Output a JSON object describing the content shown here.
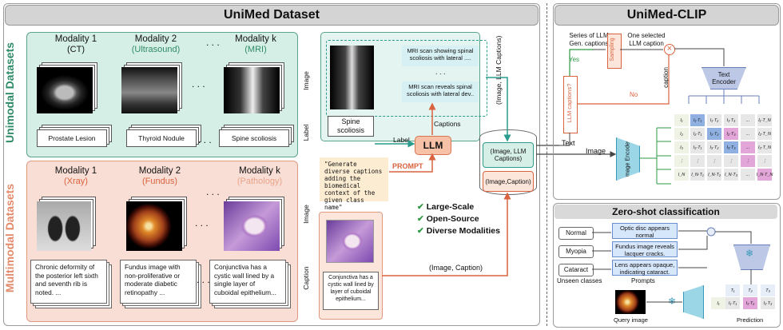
{
  "left": {
    "title": "UniMed Dataset",
    "unimodal_label": "Unimodal Datasets",
    "multimodal_label": "Multimodal Datasets",
    "row_image": "Image",
    "row_label": "Label",
    "row_caption": "Caption",
    "dots": ". . .",
    "unimodal": [
      {
        "title": "Modality 1",
        "sub": "(CT)",
        "label": "Prostate Lesion"
      },
      {
        "title": "Modality 2",
        "sub": "(Ultrasound)",
        "label": "Thyroid Nodule"
      },
      {
        "title": "Modality k",
        "sub": "(MRI)",
        "label": "Spine scoliosis"
      }
    ],
    "multimodal": [
      {
        "title": "Modality 1",
        "sub": "(Xray)",
        "caption": "Chronic deformity of the posterior left sixth and seventh rib is noted. ..."
      },
      {
        "title": "Modality 2",
        "sub": "(Fundus)",
        "caption": "Fundus image with non-proliferative or moderate diabetic retinopathy ..."
      },
      {
        "title": "Modality k",
        "sub": "(Pathology)",
        "caption": "Conjunctiva has a cystic wall lined by a single layer of cuboidal epithelium..."
      }
    ],
    "pipeline": {
      "llm_caption_1": "MRI scan showing spinal scoliosis with lateral ....",
      "llm_caption_2": "MRI scan reveals spinal scoliosis with lateral dev..",
      "ellipsis": ". . .",
      "spine_label": "Spine scoliosis",
      "captions": "Captions",
      "label": "Label",
      "llm": "LLM",
      "prompt_text": "\"Generate diverse captions adding the biomedical context of the given class name\"",
      "prompt": "PROMPT",
      "image_llm_captions_vertical": "(Image, LLM Captions)",
      "db_top": "(Image, LLM Captions)",
      "db_bottom": "(Image,Caption)",
      "features": [
        "Large-Scale",
        "Open-Source",
        "Diverse Modalities"
      ],
      "pathology_caption": "Conjunctiva has a cystic wall lined by layer of cuboidal epithelium...",
      "image_caption_arrow": "(Image, Caption)"
    }
  },
  "right": {
    "title": "UniMed-CLIP",
    "series_label": "Series of LLM Gen. captions",
    "sampling": "Sampling",
    "one_selected": "One selected LLM caption",
    "llm_captions_q": "LLM captions?",
    "yes": "Yes",
    "no": "No",
    "caption": "caption",
    "text_encoder": "Text Encoder",
    "image_encoder": "Image Encoder",
    "text_arrow": "Text",
    "image_arrow": "Image",
    "matrix_cols": [
      "T₁",
      "T₂",
      "T₃",
      "...",
      "T_N"
    ],
    "matrix_rows": [
      "I₁",
      "I₂",
      "I₃",
      "⋮",
      "I_N"
    ],
    "zero_shot": {
      "title": "Zero-shot classification",
      "classes": [
        "Normal",
        "Myopia",
        "Cataract"
      ],
      "prompts": [
        "Optic disc appears normal",
        "Fundus image reveals lacquer cracks.",
        "Lens appears opaque, indicating cataract."
      ],
      "unseen": "Unseen classes",
      "prompts_label": "Prompts",
      "query": "Query image",
      "prediction": "Prediction",
      "pred_cols": [
        "T₁",
        "T₂",
        "T₃"
      ]
    }
  }
}
